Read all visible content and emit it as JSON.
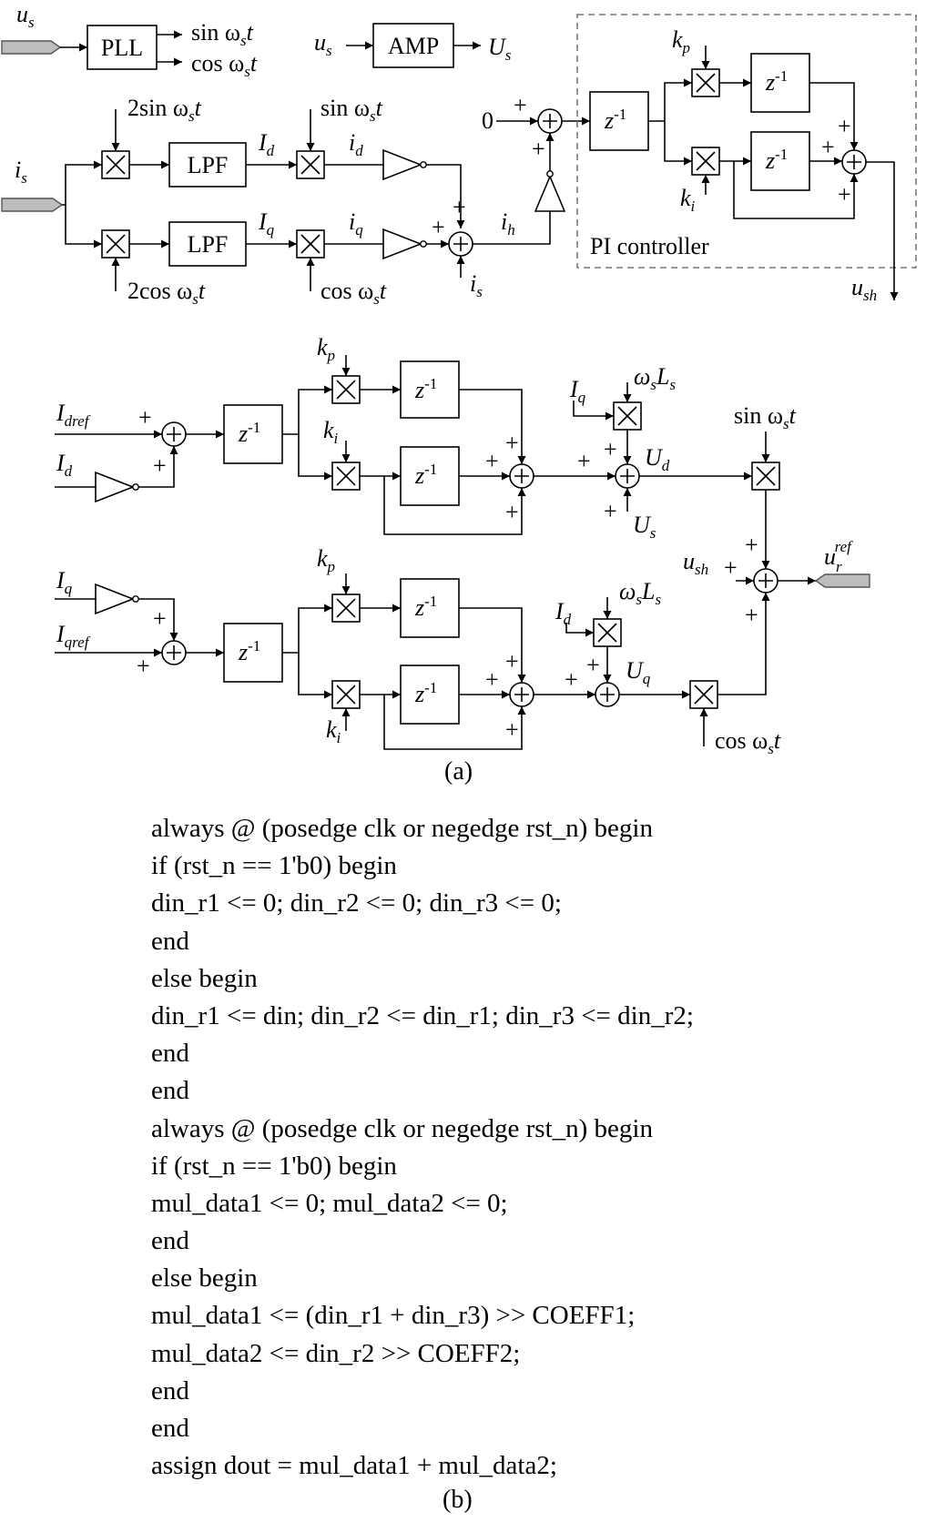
{
  "labels": {
    "us_in": "u",
    "us_in_sub": "s",
    "pll": "PLL",
    "sin_out": "sin ω",
    "sin_out_sub": "s",
    "sin_out_t": "t",
    "cos_out": "cos ω",
    "cos_out_sub": "s",
    "cos_out_t": "t",
    "us2": "u",
    "us2_sub": "s",
    "amp": "AMP",
    "Us": "U",
    "Us_sub": "s",
    "is_in": "i",
    "is_in_sub": "s",
    "twosin": "2sin ω",
    "twosin_sub": "s",
    "twosin_t": "t",
    "twocos": "2cos ω",
    "twocos_sub": "s",
    "twocos_t": "t",
    "lpf1": "LPF",
    "lpf2": "LPF",
    "Id": "I",
    "Id_sub": "d",
    "Iq": "I",
    "Iq_sub": "q",
    "sin2": "sin ω",
    "sin2_sub": "s",
    "sin2_t": "t",
    "cos2": "cos ω",
    "cos2_sub": "s",
    "cos2_t": "t",
    "id": "i",
    "id_sub": "d",
    "iq": "i",
    "iq_sub": "q",
    "ih": "i",
    "ih_sub": "h",
    "is2": "i",
    "is2_sub": "s",
    "zero": "0",
    "plus": "+",
    "z": "z",
    "zexp": "-1",
    "kp": "k",
    "kp_sub": "p",
    "ki": "k",
    "ki_sub": "i",
    "pi_controller": "PI controller",
    "ush": "u",
    "ush_sub": "sh",
    "Idref": "I",
    "Idref_sub": "dref",
    "Iqref": "I",
    "Iqref_sub": "qref",
    "wsLs": "ω",
    "wsLs_sub": "s",
    "wsLs_L": "L",
    "wsLs_L_sub": "s",
    "Ud": "U",
    "Ud_sub": "d",
    "Uq": "U",
    "Uq_sub": "q",
    "urref": "u",
    "urref_sub": "r",
    "urref_sup": "ref"
  },
  "caption_a": "(a)",
  "caption_b": "(b)",
  "code": [
    "always @ (posedge clk or negedge rst_n) begin",
    "if (rst_n == 1'b0) begin",
    "din_r1 <= 0; din_r2 <= 0; din_r3 <= 0;",
    "end",
    "else begin",
    "din_r1 <= din; din_r2 <= din_r1; din_r3 <= din_r2;",
    "end",
    "end",
    "always @ (posedge clk or negedge rst_n) begin",
    "if (rst_n == 1'b0) begin",
    "mul_data1 <= 0; mul_data2 <= 0;",
    "end",
    "else begin",
    "mul_data1 <= (din_r1 + din_r3) >> COEFF1;",
    "mul_data2 <= din_r2 >> COEFF2;",
    "end",
    "end",
    "assign dout = mul_data1 + mul_data2;"
  ]
}
